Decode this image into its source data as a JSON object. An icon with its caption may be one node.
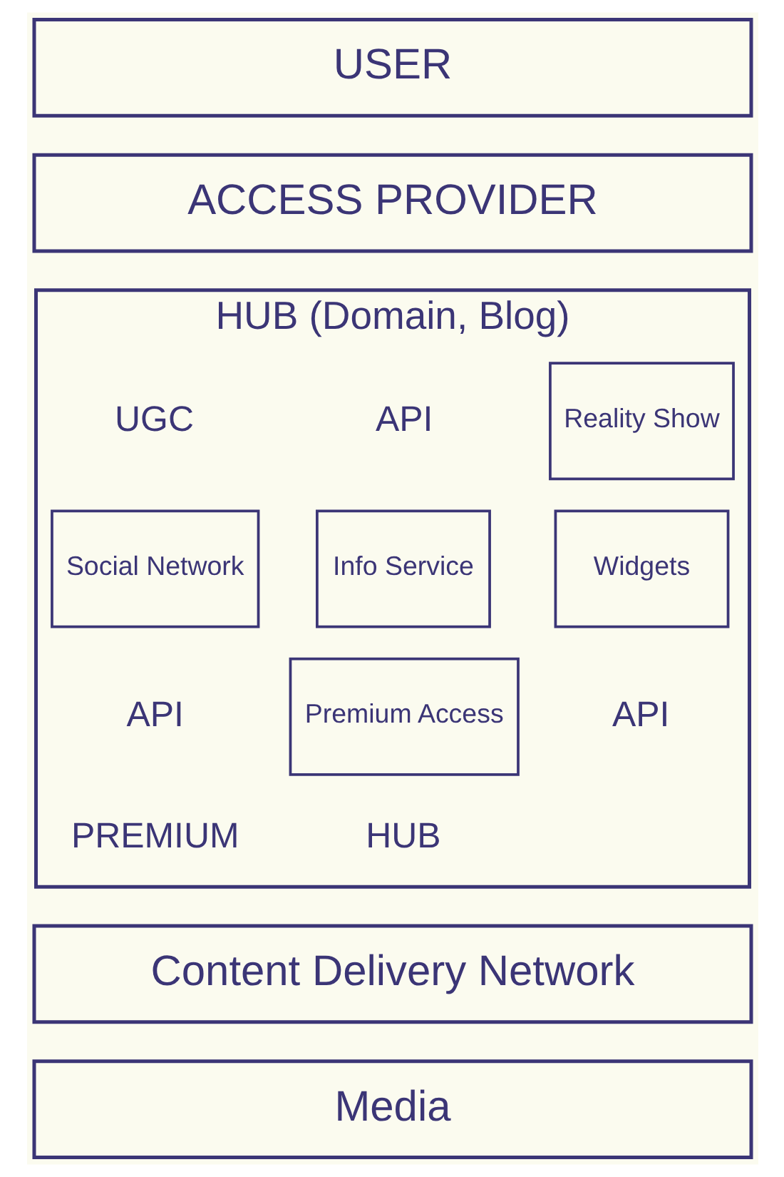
{
  "diagram": {
    "nodes": [
      {
        "text": [
          "USER"
        ]
      },
      {
        "text": [
          "ACCESS PROVIDER"
        ]
      },
      {
        "text": [
          "HUB (Domain, Blog)"
        ]
      },
      {
        "text": [
          "Social Network"
        ],
        "in": 2
      },
      {
        "text": [
          "Info Service"
        ],
        "in": 2
      },
      {
        "text": [
          "Premium Access"
        ],
        "in": 2
      },
      {
        "text": [
          "Widgets"
        ],
        "in": 2
      },
      {
        "text": [
          "Reality Show"
        ],
        "in": 2
      },
      {
        "text": [
          "Content Delivery Network"
        ]
      },
      {
        "text": [
          "Media"
        ]
      }
    ],
    "edges": [],
    "labels": [
      "UGC",
      "API",
      "API",
      "API",
      "PREMIUM",
      "HUB"
    ]
  }
}
